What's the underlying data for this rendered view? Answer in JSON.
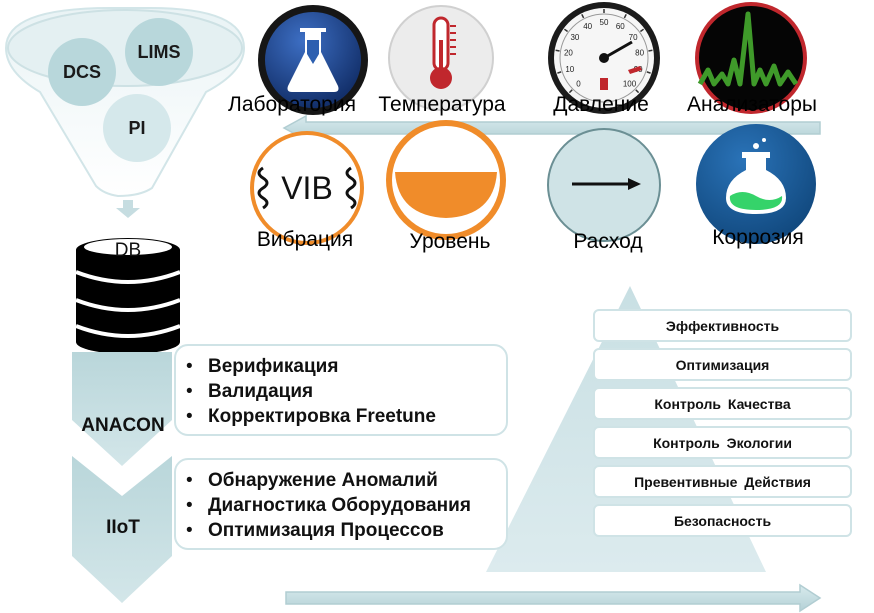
{
  "funnel": {
    "items": [
      "DCS",
      "LIMS",
      "PI"
    ]
  },
  "database": {
    "label": "DB"
  },
  "sensors": {
    "row1": [
      "Лаборатория",
      "Температура",
      "Давление",
      "Анализаторы"
    ],
    "row2": [
      "Вибрация",
      "Уровень",
      "Расход",
      "Коррозия"
    ],
    "icons_row1": [
      "flask-icon",
      "thermometer-icon",
      "pressure-gauge-icon",
      "analyzer-spectrum-icon"
    ],
    "icons_row2": [
      "vibration-icon",
      "level-icon",
      "flow-icon",
      "corrosion-flask-icon"
    ],
    "gauge_ticks": [
      "0",
      "10",
      "20",
      "30",
      "40",
      "50",
      "60",
      "70",
      "80",
      "90",
      "100"
    ],
    "vib_text": "VIB"
  },
  "anacon": {
    "label": "ANACON",
    "items": [
      "Верификация",
      "Валидация",
      "Корректировка Freetune"
    ]
  },
  "iiot": {
    "label": "IIoT",
    "items": [
      "Обнаружение Аномалий",
      "Диагностика Оборудования",
      "Оптимизация Процессов"
    ]
  },
  "bullet": "•",
  "pyramid": {
    "levels": [
      "Эффективность",
      "Оптимизация",
      "Контроль Качества",
      "Контроль Экологии",
      "Превентивные Действия",
      "Безопасность"
    ]
  },
  "colors": {
    "teal_light": "#cde2e5",
    "teal_mid": "#a9ccd1",
    "orange": "#f08c2a",
    "dark_blue": "#1f3f7a",
    "green": "#3f9a2a",
    "red": "#c0272d"
  }
}
